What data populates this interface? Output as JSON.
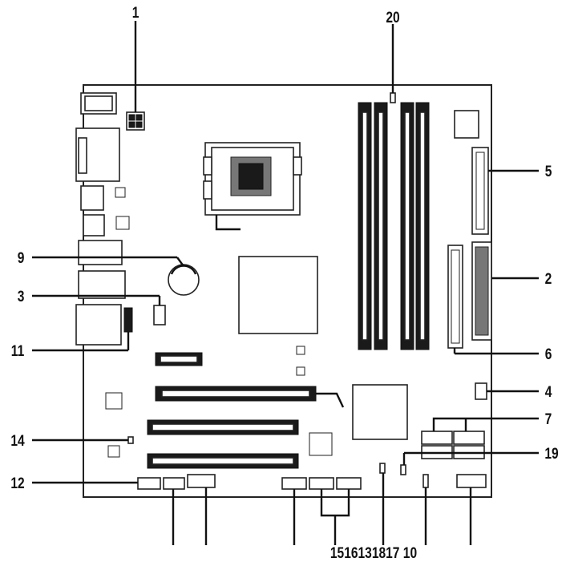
{
  "callouts": [
    {
      "id": "c1",
      "text": "1"
    },
    {
      "id": "c20",
      "text": "20"
    },
    {
      "id": "c5",
      "text": "5"
    },
    {
      "id": "c9",
      "text": "9"
    },
    {
      "id": "c2",
      "text": "2"
    },
    {
      "id": "c3",
      "text": "3"
    },
    {
      "id": "c11",
      "text": "11"
    },
    {
      "id": "c6",
      "text": "6"
    },
    {
      "id": "c4",
      "text": "4"
    },
    {
      "id": "c7",
      "text": "7"
    },
    {
      "id": "c14",
      "text": "14"
    },
    {
      "id": "c19",
      "text": "19"
    },
    {
      "id": "c12",
      "text": "12"
    },
    {
      "id": "bottom_row",
      "text": "1516131817 10"
    }
  ]
}
